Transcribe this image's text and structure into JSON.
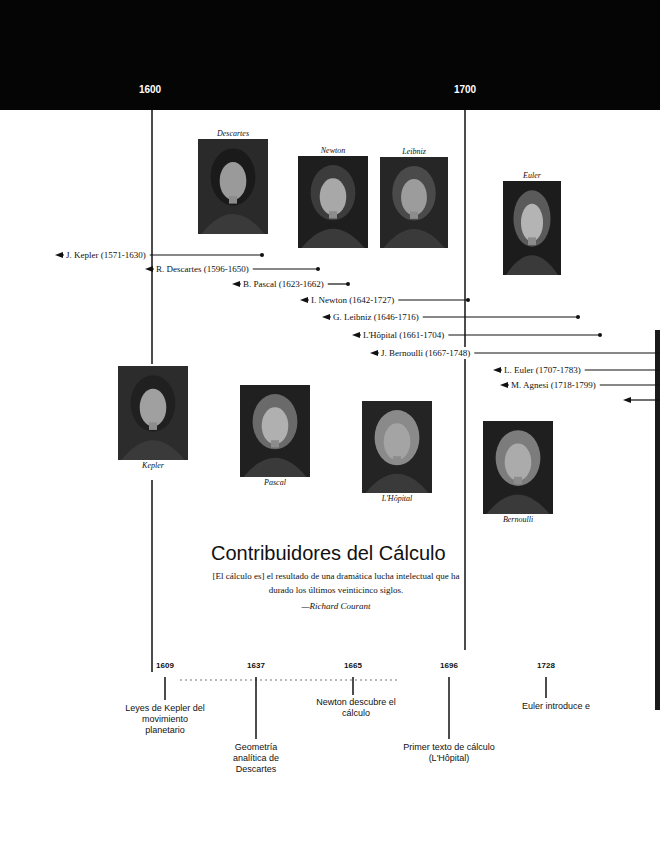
{
  "diagram": {
    "title": "Contribuidores del Cálculo",
    "nodes": [
      {
        "text": [
          "Descartes"
        ]
      },
      {
        "text": [
          "Newton"
        ]
      },
      {
        "text": [
          "Leibniz"
        ]
      },
      {
        "text": [
          "Euler"
        ]
      },
      {
        "text": [
          "Kepler"
        ]
      },
      {
        "text": [
          "Pascal"
        ]
      },
      {
        "text": [
          "L'Hôpital"
        ]
      },
      {
        "text": [
          "Bernoulli"
        ]
      }
    ],
    "labels": [
      "1600",
      "1700",
      "J. Kepler (1571-1630)",
      "R. Descartes (1596-1650)",
      "B. Pascal (1623-1662)",
      "I. Newton (1642-1727)",
      "G. Leibniz (1646-1716)",
      "L'Hôpital (1661-1704)",
      "J. Bernoulli (1667-1748)",
      "L. Euler (1707-1783)",
      "M. Agnesi (1718-1799)",
      "[El cálculo es] el resultado de una dramática lucha intelectual que ha durado los últimos veinticinco siglos.",
      "—Richard Courant",
      "1609",
      "1637",
      "1665",
      "1696",
      "1728",
      "Leyes de Kepler del movimiento planetario",
      "Geometría analítica de Descartes",
      "Newton descubre el cálculo",
      "Primer texto de cálculo (L'Hôpital)",
      "Euler introduce e"
    ]
  }
}
